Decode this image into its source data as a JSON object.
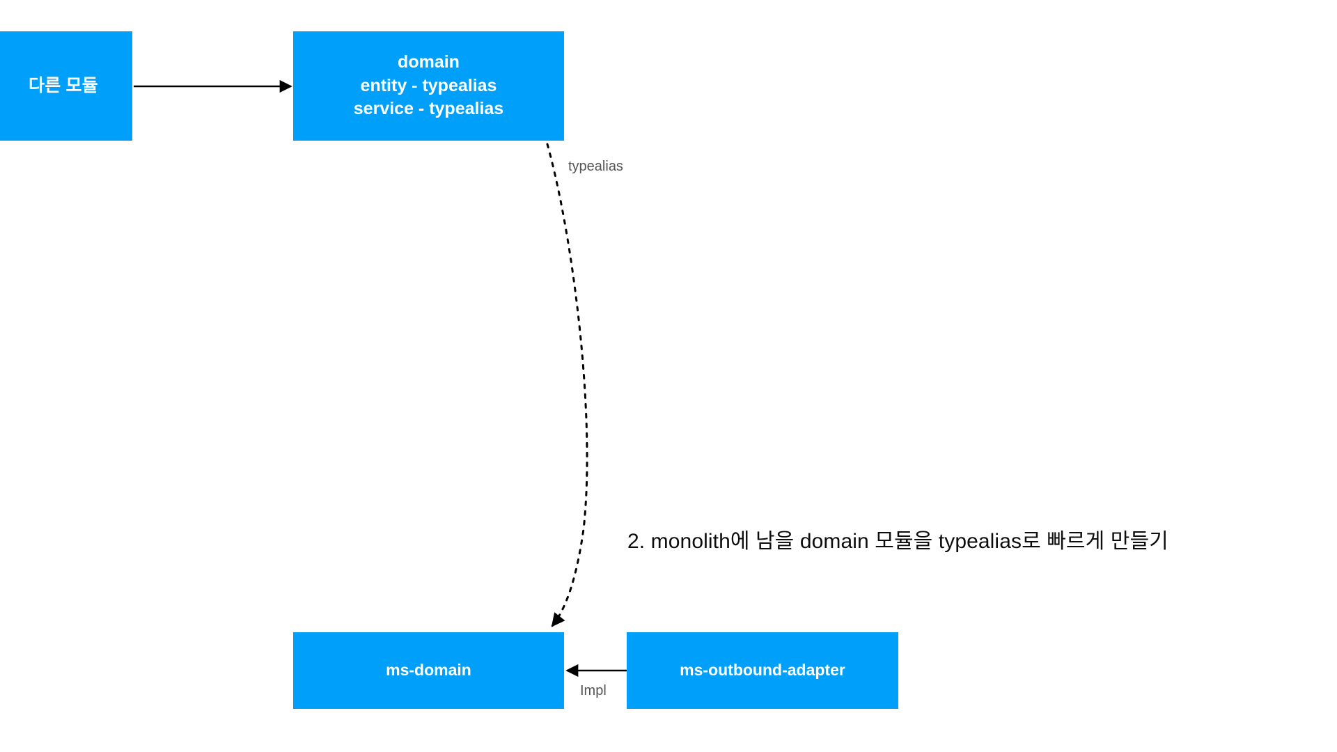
{
  "diagram": {
    "title_caption": "2. monolith에 남을 domain 모듈을 typealias로 빠르게 만들기",
    "accent_color": "#00A0FA",
    "background_color": "#FFFFFF",
    "node_text_color": "#FFFFFF",
    "edge_color": "#000000",
    "edge_label_color": "#555555",
    "nodes": [
      {
        "id": "other-module",
        "lines": [
          "다른 모듈"
        ]
      },
      {
        "id": "domain",
        "lines": [
          "domain",
          "entity - typealias",
          "service - typealias"
        ]
      },
      {
        "id": "ms-domain",
        "lines": [
          "ms-domain"
        ]
      },
      {
        "id": "ms-outbound-adapter",
        "lines": [
          "ms-outbound-adapter"
        ]
      }
    ],
    "edges": [
      {
        "id": "other-module-to-domain",
        "from": "other-module",
        "to": "domain",
        "style": "solid",
        "label": ""
      },
      {
        "id": "domain-to-ms-domain",
        "from": "domain",
        "to": "ms-domain",
        "style": "dashed",
        "label": "typealias"
      },
      {
        "id": "ms-outbound-adapter-to-ms-domain",
        "from": "ms-outbound-adapter",
        "to": "ms-domain",
        "style": "solid",
        "label": "Impl"
      }
    ]
  }
}
